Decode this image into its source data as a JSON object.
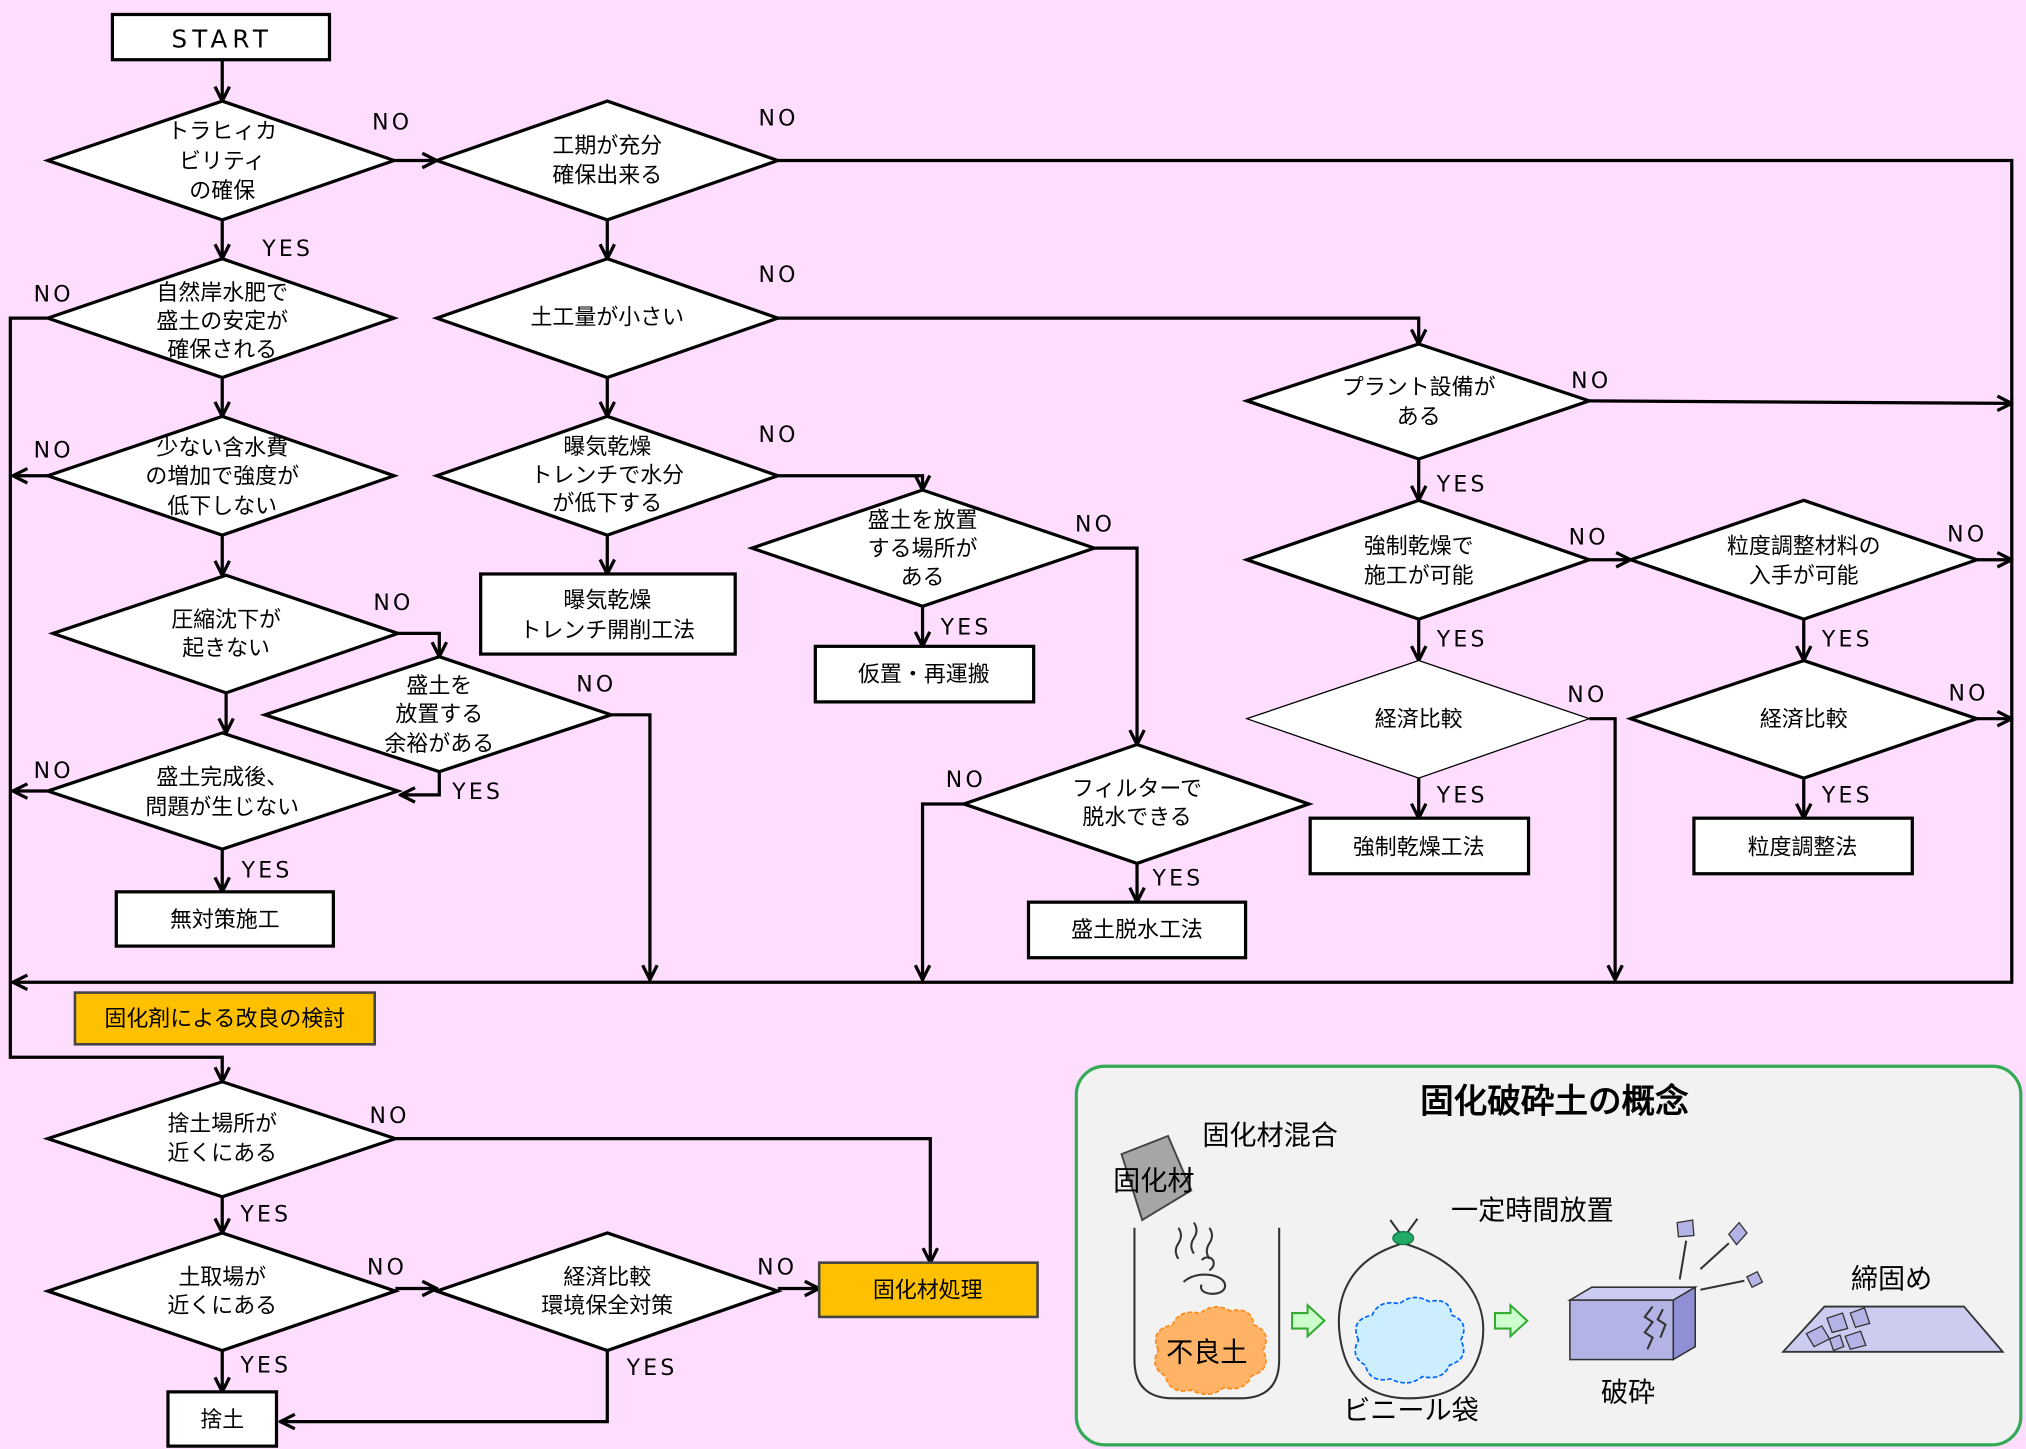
{
  "colors": {
    "background": "#FFDDFF",
    "highlight": "#FFC000",
    "panel_border": "#33AA55",
    "panel_fill": "#F2F2F2"
  },
  "flowchart": {
    "start": "START",
    "decisions": {
      "trafficability": {
        "lines": [
          "トラヒィカ",
          "ビリティ",
          "の確保"
        ],
        "yes": "YES",
        "no": "NO"
      },
      "schedule": {
        "lines": [
          "工期が充分",
          "確保出来る"
        ],
        "no": "NO"
      },
      "earthwork_volume": {
        "lines": [
          "土工量が小さい"
        ],
        "no": "NO"
      },
      "natural_stability": {
        "lines": [
          "自然岸水肥で",
          "盛土の安定が",
          "確保される"
        ],
        "no": "NO"
      },
      "strength": {
        "lines": [
          "少ない含水費",
          "の増加で強度が",
          "低下しない"
        ],
        "no": "NO"
      },
      "aeration": {
        "lines": [
          "曝気乾燥",
          "トレンチで水分",
          "が低下する"
        ],
        "no": "NO"
      },
      "settlement": {
        "lines": [
          "圧縮沈下が",
          "起きない"
        ],
        "no": "NO"
      },
      "leave_time": {
        "lines": [
          "盛土を",
          "放置する",
          "余裕がある"
        ],
        "yes": "YES",
        "no": "NO"
      },
      "post_completion": {
        "lines": [
          "盛土完成後、",
          "問題が生じない"
        ],
        "yes": "YES",
        "no": "NO"
      },
      "leave_place": {
        "lines": [
          "盛土を放置",
          "する場所が",
          "ある"
        ],
        "yes": "YES",
        "no": "NO"
      },
      "filter": {
        "lines": [
          "フィルターで",
          "脱水できる"
        ],
        "yes": "YES",
        "no": "NO"
      },
      "plant": {
        "lines": [
          "プラント設備が",
          "ある"
        ],
        "yes": "YES",
        "no": "NO"
      },
      "forced_drying": {
        "lines": [
          "強制乾燥で",
          "施工が可能"
        ],
        "yes": "YES",
        "no": "NO"
      },
      "grading_material": {
        "lines": [
          "粒度調整材料の",
          "入手が可能"
        ],
        "yes": "YES",
        "no": "NO"
      },
      "economy_drying": {
        "lines": [
          "経済比較"
        ],
        "yes": "YES",
        "no": "NO"
      },
      "economy_grading": {
        "lines": [
          "経済比較"
        ],
        "yes": "YES",
        "no": "NO"
      },
      "disposal_site": {
        "lines": [
          "捨土場所が",
          "近くにある"
        ],
        "yes": "YES",
        "no": "NO"
      },
      "borrow_pit": {
        "lines": [
          "土取場が",
          "近くにある"
        ],
        "yes": "YES",
        "no": "NO"
      },
      "economy_environment": {
        "lines": [
          "経済比較",
          "環境保全対策"
        ],
        "yes": "YES",
        "no": "NO"
      }
    },
    "processes": {
      "aeration_trench": {
        "lines": [
          "曝気乾燥",
          "トレンチ開削工法"
        ]
      },
      "temporary_storage": {
        "lines": [
          "仮置・再運搬"
        ]
      },
      "dewatering": {
        "lines": [
          "盛土脱水工法"
        ]
      },
      "forced_drying_method": {
        "lines": [
          "強制乾燥工法"
        ]
      },
      "grading_method": {
        "lines": [
          "粒度調整法"
        ]
      },
      "no_measures": {
        "lines": [
          "無対策施工"
        ]
      },
      "solidifier_study": {
        "lines": [
          "固化剤による改良の検討"
        ]
      },
      "solidifier_treatment": {
        "lines": [
          "固化材処理"
        ]
      },
      "disposal": {
        "lines": [
          "捨土"
        ]
      }
    }
  },
  "concept": {
    "title": "固化破砕土の概念",
    "mixing": "固化材混合",
    "solidifier": "固化材",
    "bad_soil": "不良土",
    "curing": "一定時間放置",
    "plastic_bag": "ビニール袋",
    "crushing": "破砕",
    "compaction": "締固め"
  }
}
